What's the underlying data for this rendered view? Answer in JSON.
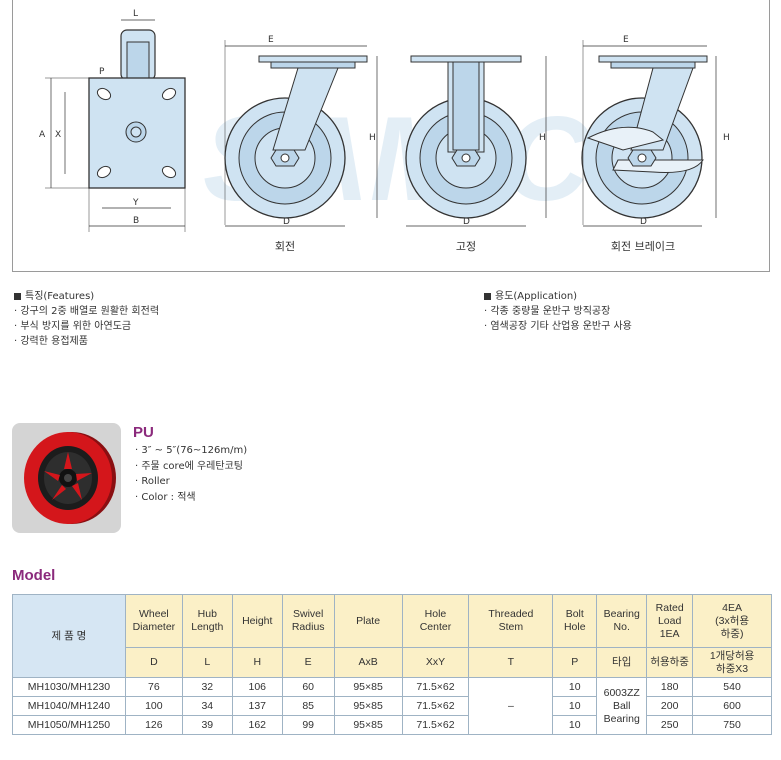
{
  "diagram": {
    "dims": {
      "L": "L",
      "P": "P",
      "A": "A",
      "X": "X",
      "Y": "Y",
      "B": "B",
      "E": "E",
      "H": "H",
      "D": "D"
    },
    "views": [
      "회전",
      "고정",
      "회전 브레이크"
    ],
    "watermark": "SAMIC"
  },
  "features": {
    "title": "특징(Features)",
    "items": [
      "강구의 2중 배열로 원활한 회전력",
      "부식 방지를 위한 아연도금",
      "강력한 용접제품"
    ]
  },
  "application": {
    "title": "용도(Application)",
    "items": [
      "각종 중량물 운반구 방직공장",
      "염색공장 기타 산업용 운반구 사용"
    ]
  },
  "pu": {
    "title": "PU",
    "items": [
      "3″ ~ 5″(76~126m/m)",
      "주물 core에 우레탄코팅",
      "Roller",
      "Color : 적색"
    ]
  },
  "model": {
    "title": "Model",
    "name_header": "제 품 명",
    "headers": [
      {
        "label": "Wheel\nDiameter",
        "sub": "D"
      },
      {
        "label": "Hub\nLength",
        "sub": "L"
      },
      {
        "label": "Height",
        "sub": "H"
      },
      {
        "label": "Swivel\nRadius",
        "sub": "E"
      },
      {
        "label": "Plate",
        "sub": "AxB"
      },
      {
        "label": "Hole\nCenter",
        "sub": "XxY"
      },
      {
        "label": "Threaded\nStem",
        "sub": "T"
      },
      {
        "label": "Bolt\nHole",
        "sub": "P"
      },
      {
        "label": "Bearing\nNo.",
        "sub": "타입"
      },
      {
        "label": "Rated\nLoad\n1EA",
        "sub": "허용하중"
      },
      {
        "label": "4EA\n(3x허용\n하중)",
        "sub": "1개당허용\n하중X3"
      }
    ],
    "rows": [
      [
        "MH1030/MH1230",
        "76",
        "32",
        "106",
        "60",
        "95×85",
        "71.5×62",
        "10",
        "180",
        "540"
      ],
      [
        "MH1040/MH1240",
        "100",
        "34",
        "137",
        "85",
        "95×85",
        "71.5×62",
        "10",
        "200",
        "600"
      ],
      [
        "MH1050/MH1250",
        "126",
        "39",
        "162",
        "99",
        "95×85",
        "71.5×62",
        "10",
        "250",
        "750"
      ]
    ],
    "threaded_stem": "–",
    "bearing": "6003ZZ\nBall\nBearing"
  }
}
